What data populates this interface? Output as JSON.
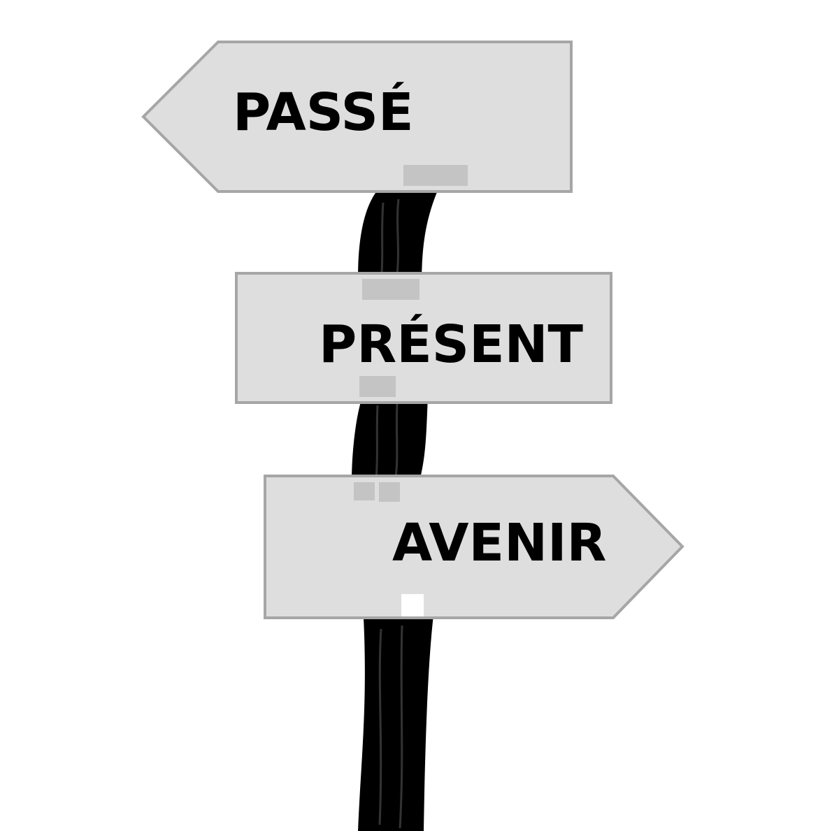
{
  "signs": {
    "past": {
      "label": "PASSÉ",
      "direction": "left"
    },
    "present": {
      "label": "PRÉSENT",
      "direction": "none"
    },
    "future": {
      "label": "AVENIR",
      "direction": "right"
    }
  },
  "colors": {
    "sign_fill": "#dedede",
    "sign_border": "#a6a6a6",
    "clip": "#c4c4c4",
    "pole": "#000000",
    "text": "#000000"
  }
}
